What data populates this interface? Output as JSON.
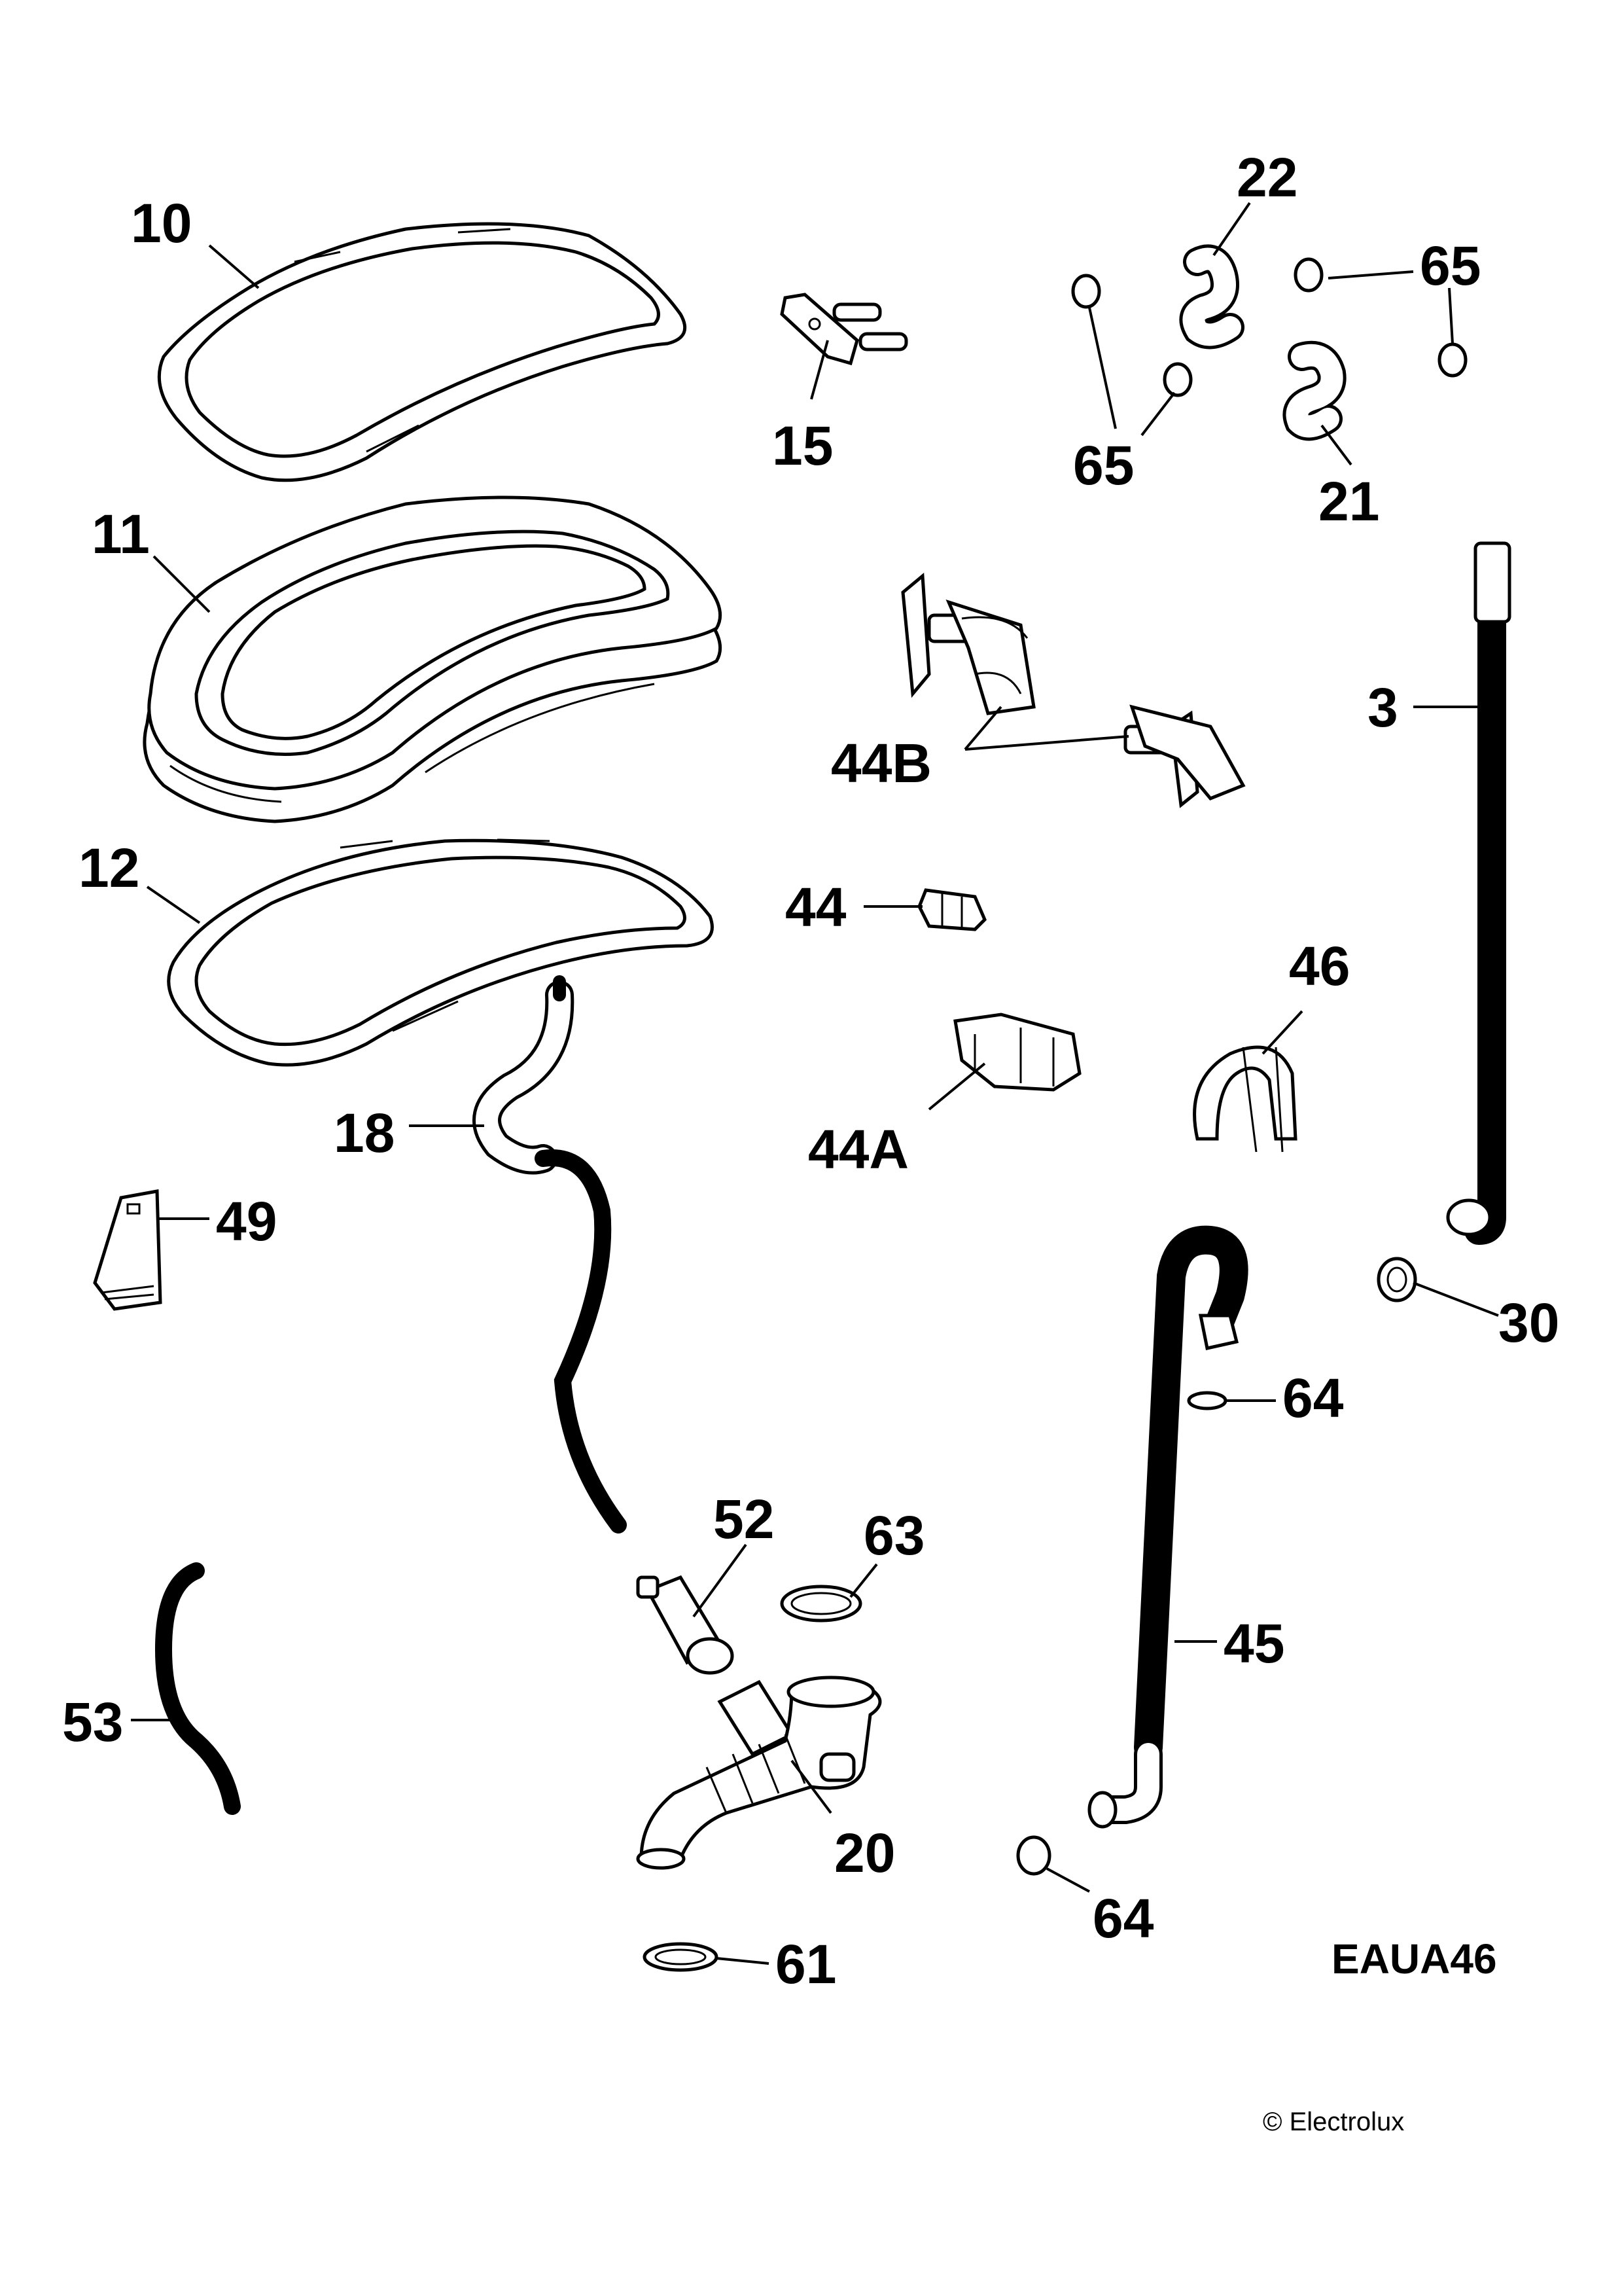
{
  "diagram": {
    "code": "EAUA46",
    "copyright": "© Electrolux",
    "labels": {
      "p10": "10",
      "p11": "11",
      "p12": "12",
      "p15": "15",
      "p22": "22",
      "p65a": "65",
      "p65b": "65",
      "p21": "21",
      "p3": "3",
      "p44b": "44B",
      "p44": "44",
      "p46": "46",
      "p44a": "44A",
      "p18": "18",
      "p49": "49",
      "p30": "30",
      "p64a": "64",
      "p52": "52",
      "p63": "63",
      "p45": "45",
      "p53": "53",
      "p20": "20",
      "p64b": "64",
      "p61": "61"
    }
  }
}
